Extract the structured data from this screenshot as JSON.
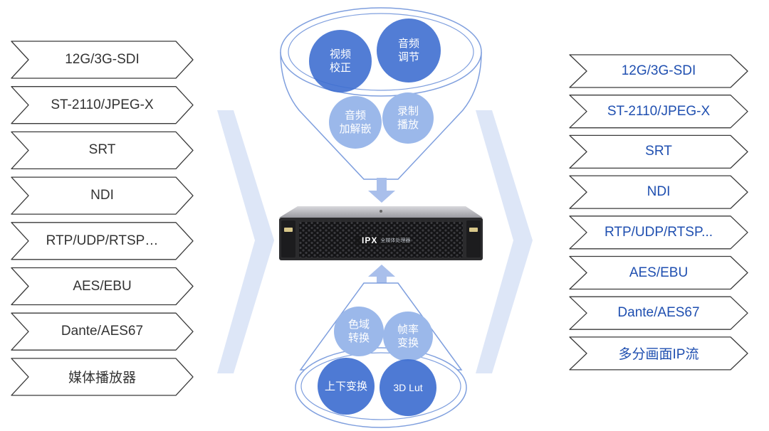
{
  "colors": {
    "input_text": "#333333",
    "output_text": "#1f4fb0",
    "bubble_dark": "#3f6fd0",
    "bubble_light": "#9bb8ea",
    "funnel_stroke": "#7f9fde",
    "arrow_fill": "#a9bfeb",
    "chevron_big": "#dde6f7",
    "device_body": "#2b2b2d"
  },
  "inputs": [
    {
      "label": "12G/3G-SDI"
    },
    {
      "label": "ST-2110/JPEG-X"
    },
    {
      "label": "SRT"
    },
    {
      "label": "NDI"
    },
    {
      "label": "RTP/UDP/RTSP…"
    },
    {
      "label": "AES/EBU"
    },
    {
      "label": "Dante/AES67"
    },
    {
      "label": "媒体播放器"
    }
  ],
  "outputs": [
    {
      "label": "12G/3G-SDI"
    },
    {
      "label": "ST-2110/JPEG-X"
    },
    {
      "label": "SRT"
    },
    {
      "label": "NDI"
    },
    {
      "label": "RTP/UDP/RTSP..."
    },
    {
      "label": "AES/EBU"
    },
    {
      "label": "Dante/AES67"
    },
    {
      "label": "多分画面IP流"
    }
  ],
  "top_functions": [
    {
      "label": "视频\n校正",
      "tone": "dark"
    },
    {
      "label": "音频\n调节",
      "tone": "dark"
    },
    {
      "label": "音频\n加解嵌",
      "tone": "light"
    },
    {
      "label": "录制\n播放",
      "tone": "light"
    }
  ],
  "bottom_functions": [
    {
      "label": "色域\n转换",
      "tone": "light"
    },
    {
      "label": "帧率\n变换",
      "tone": "light"
    },
    {
      "label": "上下变换",
      "tone": "dark"
    },
    {
      "label": "3D Lut",
      "tone": "dark"
    }
  ],
  "device": {
    "brand": "IPX",
    "subtitle": "全媒体处理器"
  }
}
